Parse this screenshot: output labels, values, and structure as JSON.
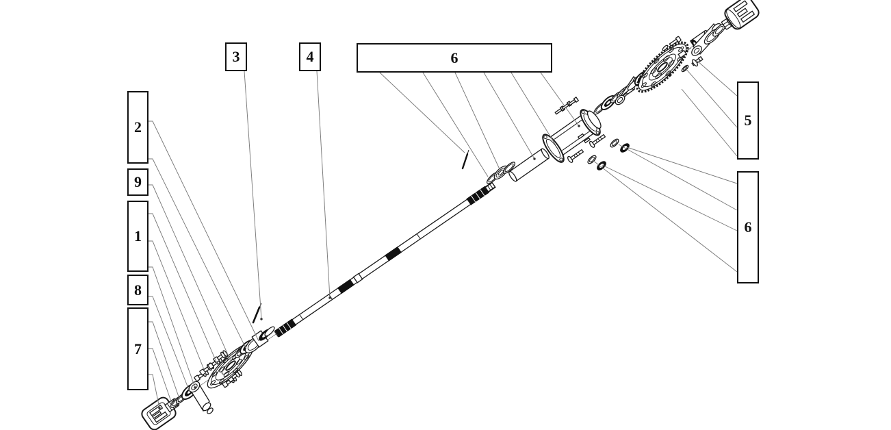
{
  "figure": {
    "kind": "exploded-parts-diagram"
  },
  "colors": {
    "background": "#ffffff",
    "line": "#1a1a1a",
    "leader": "#7a7a7a",
    "dark_fill": "#111111"
  },
  "callouts": [
    {
      "id": "left-2",
      "label": "2"
    },
    {
      "id": "left-9",
      "label": "9"
    },
    {
      "id": "left-1",
      "label": "1"
    },
    {
      "id": "left-8",
      "label": "8"
    },
    {
      "id": "left-7",
      "label": "7"
    },
    {
      "id": "top-3",
      "label": "3"
    },
    {
      "id": "top-4",
      "label": "4"
    },
    {
      "id": "top-6",
      "label": "6"
    },
    {
      "id": "right-5",
      "label": "5"
    },
    {
      "id": "right-6",
      "label": "6"
    }
  ]
}
